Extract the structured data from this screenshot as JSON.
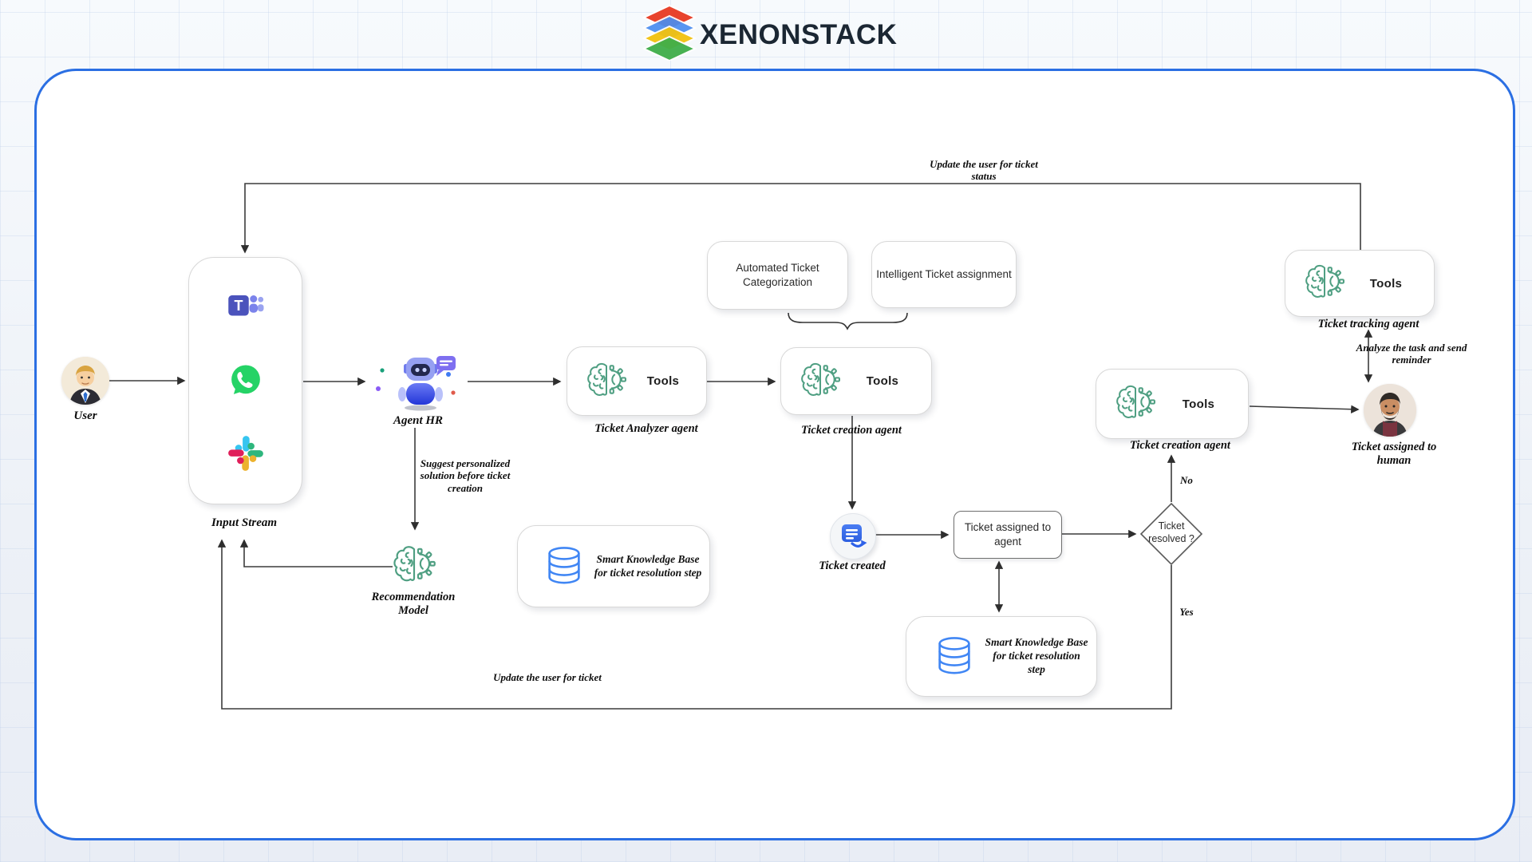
{
  "header": {
    "brand": "XENONSTACK"
  },
  "nodes": {
    "user": {
      "label": "User"
    },
    "input_stream": {
      "label": "Input Stream",
      "icons": [
        "teams-icon",
        "whatsapp-icon",
        "slack-icon"
      ]
    },
    "agent_hr": {
      "label": "Agent HR"
    },
    "ticket_analyzer": {
      "tools": "Tools",
      "label": "Ticket Analyzer agent"
    },
    "automated_categorization": {
      "label": "Automated Ticket Categorization"
    },
    "intelligent_assignment": {
      "label": "Intelligent Ticket assignment"
    },
    "ticket_creation_mid": {
      "tools": "Tools",
      "label": "Ticket creation  agent"
    },
    "ticket_created": {
      "label": "Ticket created"
    },
    "ticket_assigned_agent": {
      "label": "Ticket assigned to agent"
    },
    "kb_left": {
      "label": "Smart Knowledge Base for  ticket resolution step"
    },
    "kb_right": {
      "label": "Smart Knowledge Base for  ticket resolution step"
    },
    "decision": {
      "label": "Ticket resolved ?"
    },
    "ticket_creation_right": {
      "tools": "Tools",
      "label": "Ticket creation  agent"
    },
    "ticket_tracking": {
      "tools": "Tools",
      "label": "Ticket tracking  agent"
    },
    "human": {
      "label": "Ticket assigned  to human"
    },
    "recommendation_model": {
      "label": "Recommendation Model"
    }
  },
  "edge_labels": {
    "update_status": "Update the user  for ticket status",
    "suggest_solution": "Suggest personalized solution before ticket creation",
    "update_ticket": "Update the user for ticket",
    "analyze_task": "Analyze the task and send reminder",
    "no": "No",
    "yes": "Yes"
  },
  "colors": {
    "frame_border": "#2b6fe3",
    "agent_icon_green": "#4f9f82",
    "database_blue": "#4086f4",
    "teams_purple": "#4b53bc",
    "whatsapp_green": "#25d366",
    "slack": [
      "#36c5f0",
      "#2eb67d",
      "#ecb22e",
      "#e01e5a"
    ],
    "logo_layers": [
      "#e8432d",
      "#4a8df0",
      "#f2c20f",
      "#3fae49"
    ]
  }
}
